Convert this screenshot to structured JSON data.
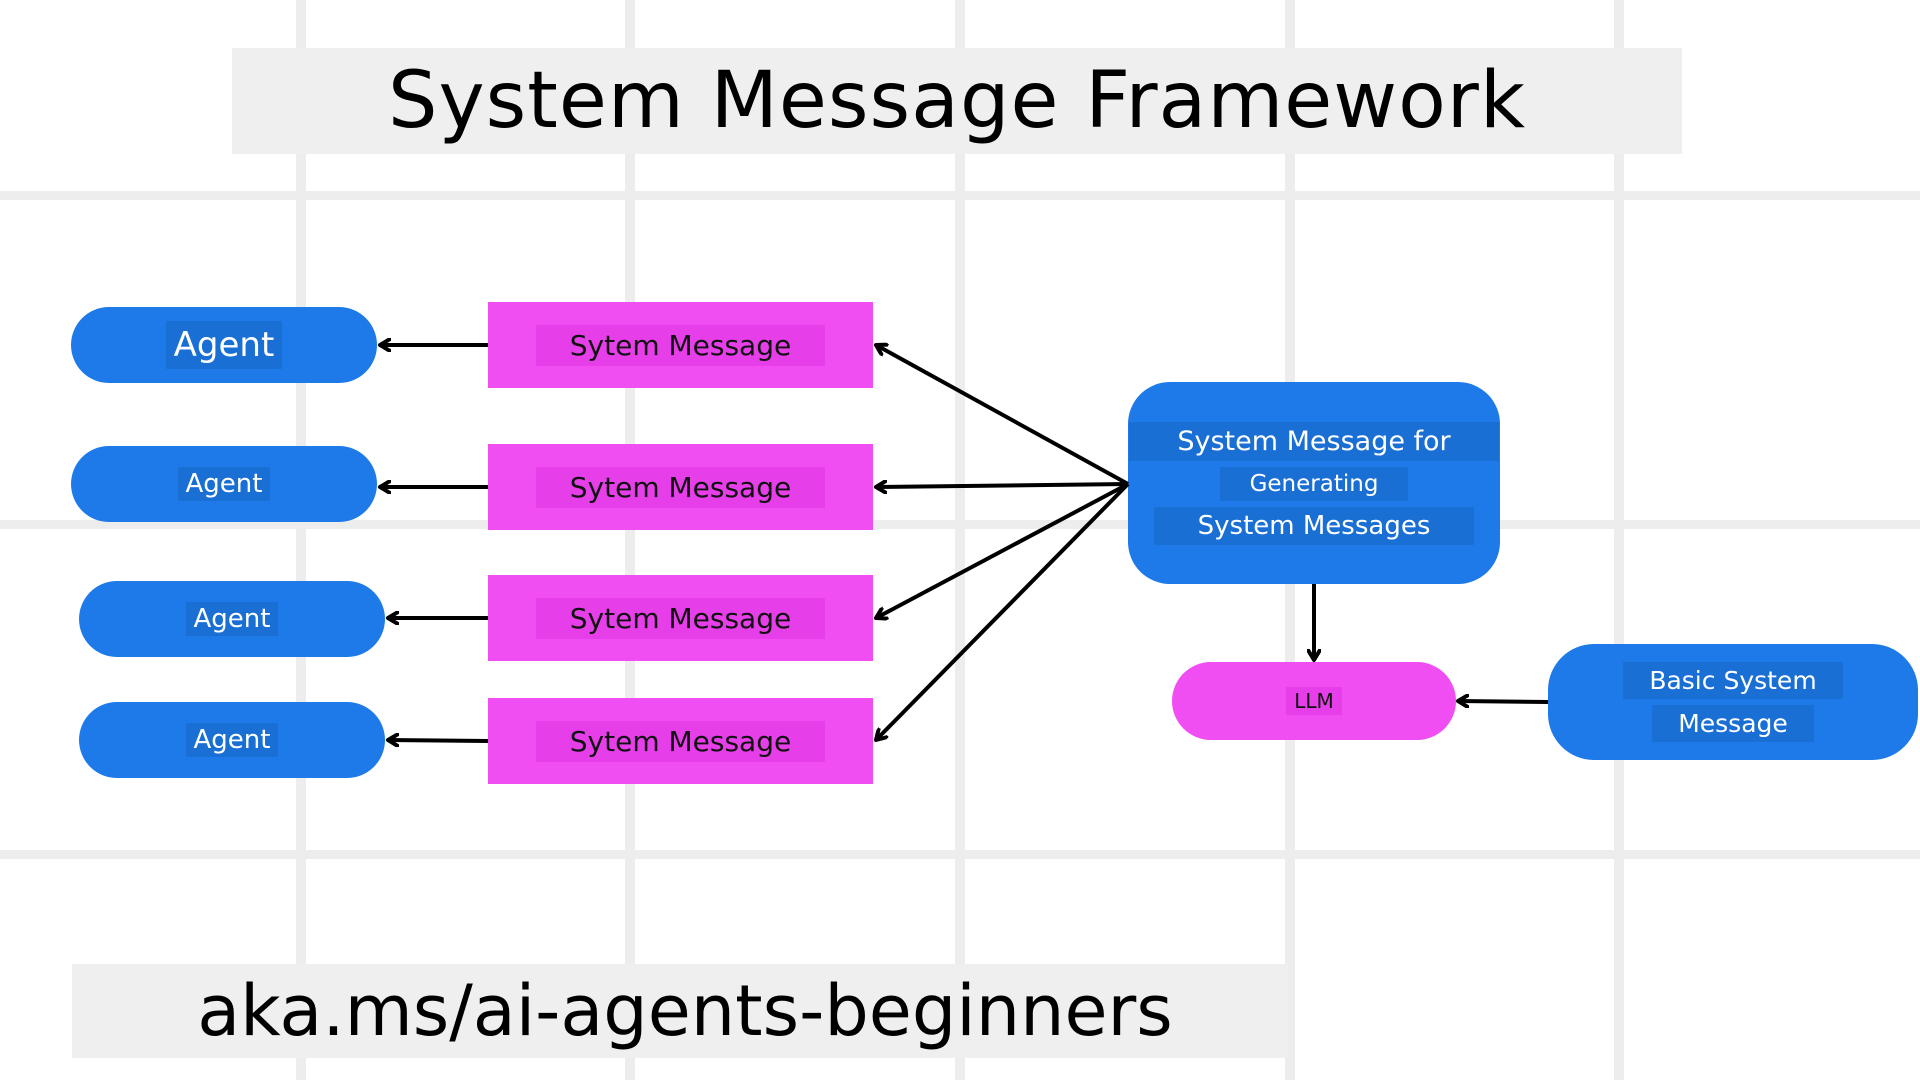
{
  "title": "System Message Framework",
  "footer": "aka.ms/ai-agents-beginners",
  "agents": [
    "Agent",
    "Agent",
    "Agent",
    "Agent"
  ],
  "system_messages": [
    "Sytem Message",
    "Sytem Message",
    "Sytem Message",
    "Sytem Message"
  ],
  "generator": {
    "line1": "System Message for",
    "line2": "Generating",
    "line3": "System Messages"
  },
  "llm": "LLM",
  "basic": {
    "line1": "Basic System",
    "line2": "Message"
  },
  "colors": {
    "blue": "#1d7ae8",
    "pink": "#f04df2",
    "grid": "#ededed",
    "banner": "#efefef"
  }
}
